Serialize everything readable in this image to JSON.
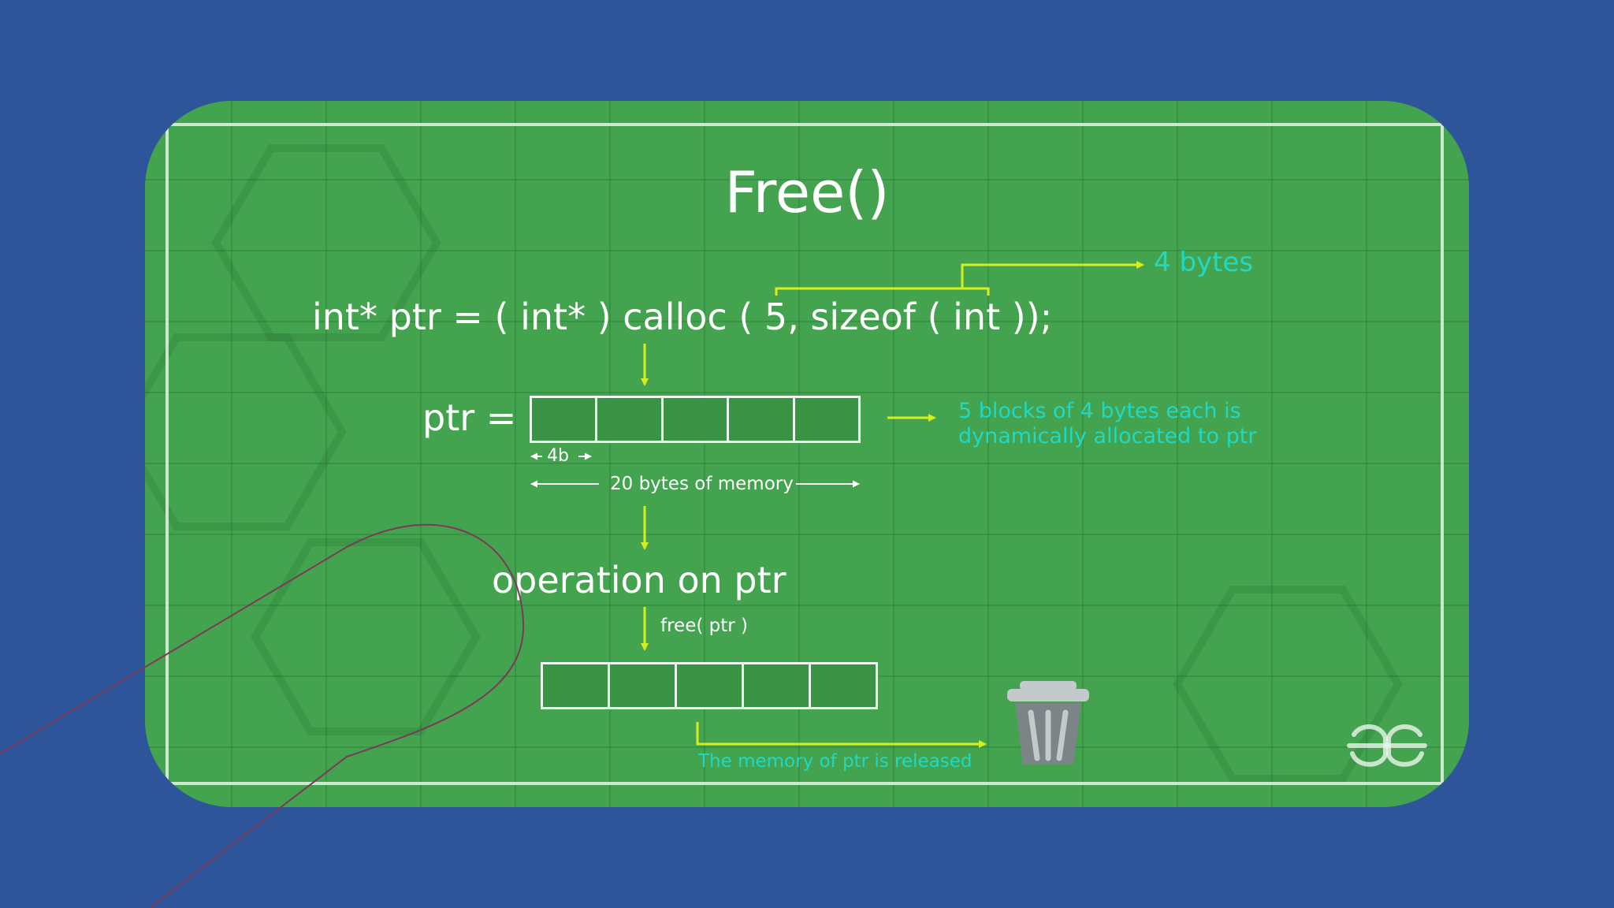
{
  "diagram": {
    "title": "Free()",
    "code_line": "int* ptr = ( int* ) calloc ( 5, sizeof ( int ));",
    "bytes_label": "4 bytes",
    "ptr_label": "ptr =",
    "allocation_note": {
      "line1": "5 blocks of 4 bytes each is",
      "line2": "dynamically allocated to ptr"
    },
    "block_size_label": "4b",
    "memory_size_label": "20 bytes of memory",
    "operation_label": "operation on ptr",
    "free_call": "free( ptr )",
    "released_label": "The memory of ptr is released",
    "block_count": 5,
    "colors": {
      "background": "#2e5599",
      "card": "#44a34f",
      "arrow": "#d4f01c",
      "accent_text": "#20d8c4",
      "text": "#ffffff"
    },
    "icons": [
      "trash-icon",
      "geeksforgeeks-logo"
    ]
  }
}
